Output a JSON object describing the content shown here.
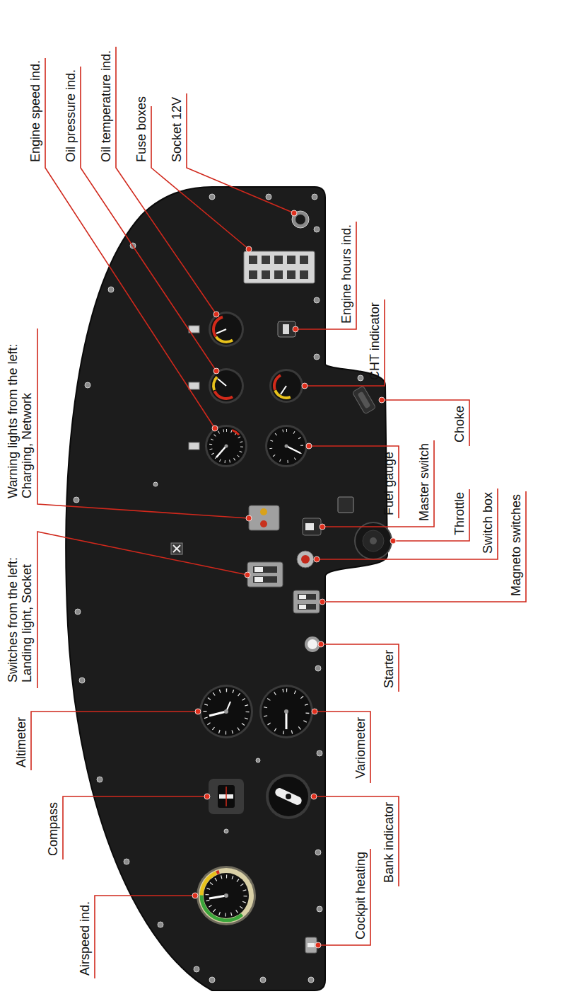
{
  "diagram": {
    "labels": [
      "Switches from the left: Landing light, Socket",
      "Warning lights from the left: Charging, Network",
      "Altimeter",
      "Compass",
      "Airspeed ind.",
      "Cockpit heating",
      "Bank indicator",
      "Variometer",
      "Starter",
      "Throttle",
      "Magneto switches",
      "Choke",
      "Switch box",
      "Master switch",
      "Fuel gauge",
      "CHT indicator",
      "Engine hours ind.",
      "Engine speed ind.",
      "Oil pressure ind.",
      "Oil temperature ind.",
      "Fuse boxes",
      "Socket 12V"
    ]
  }
}
